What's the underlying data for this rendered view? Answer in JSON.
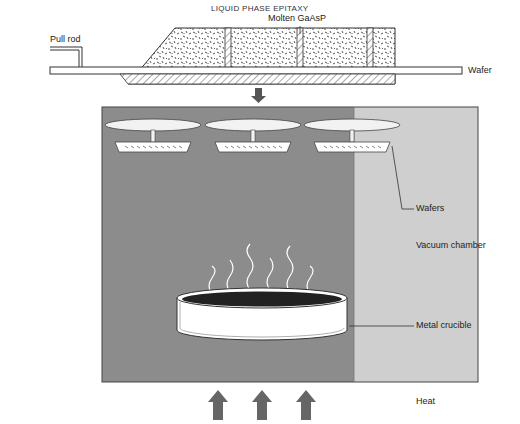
{
  "diagram": {
    "title": "LIQUID PHASE EPITAXY",
    "labels": [
      "Pull rod",
      "Molten GaAsP",
      "Wafer",
      "Wafers",
      "Vacuum chamber",
      "Metal crucible",
      "Heat"
    ]
  }
}
